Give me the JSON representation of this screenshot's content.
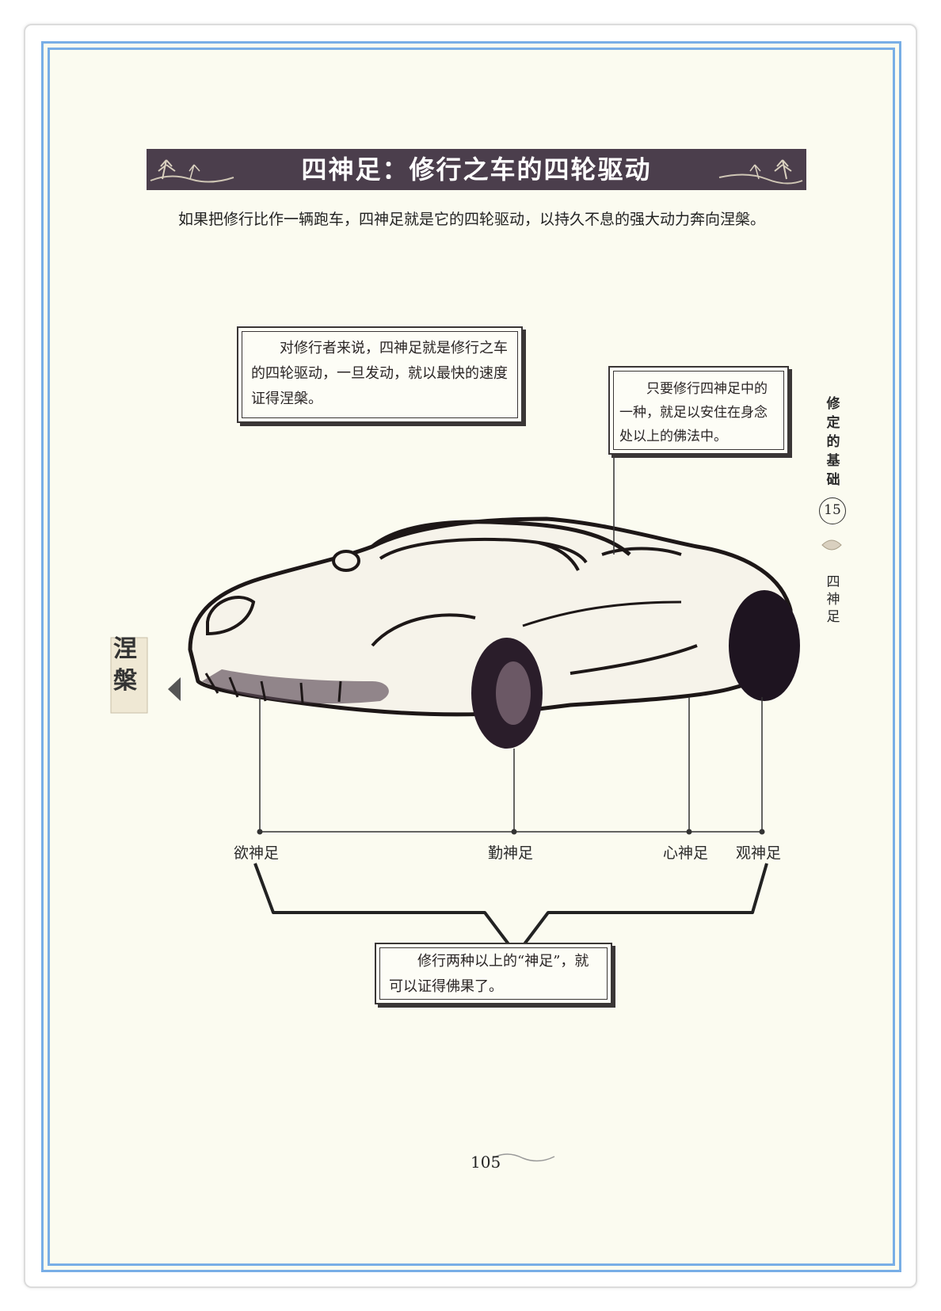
{
  "header": {
    "title": "四神足：修行之车的四轮驱动"
  },
  "intro": "如果把修行比作一辆跑车，四神足就是它的四轮驱动，以持久不息的强大动力奔向涅槃。",
  "callouts": {
    "box1": "对修行者来说，四神足就是修行之车的四轮驱动，一旦发动，就以最快的速度证得涅槃。",
    "box2": "只要修行四神足中的一种，就足以安住在身念处以上的佛法中。",
    "box3": "修行两种以上的“神足”，就可以证得佛果了。"
  },
  "goal": "涅槃",
  "wheels": [
    "欲神足",
    "勤神足",
    "心神足",
    "观神足"
  ],
  "side": {
    "section": "修定的基础",
    "chapter": "15",
    "topic": "四神足"
  },
  "page_number": "105"
}
